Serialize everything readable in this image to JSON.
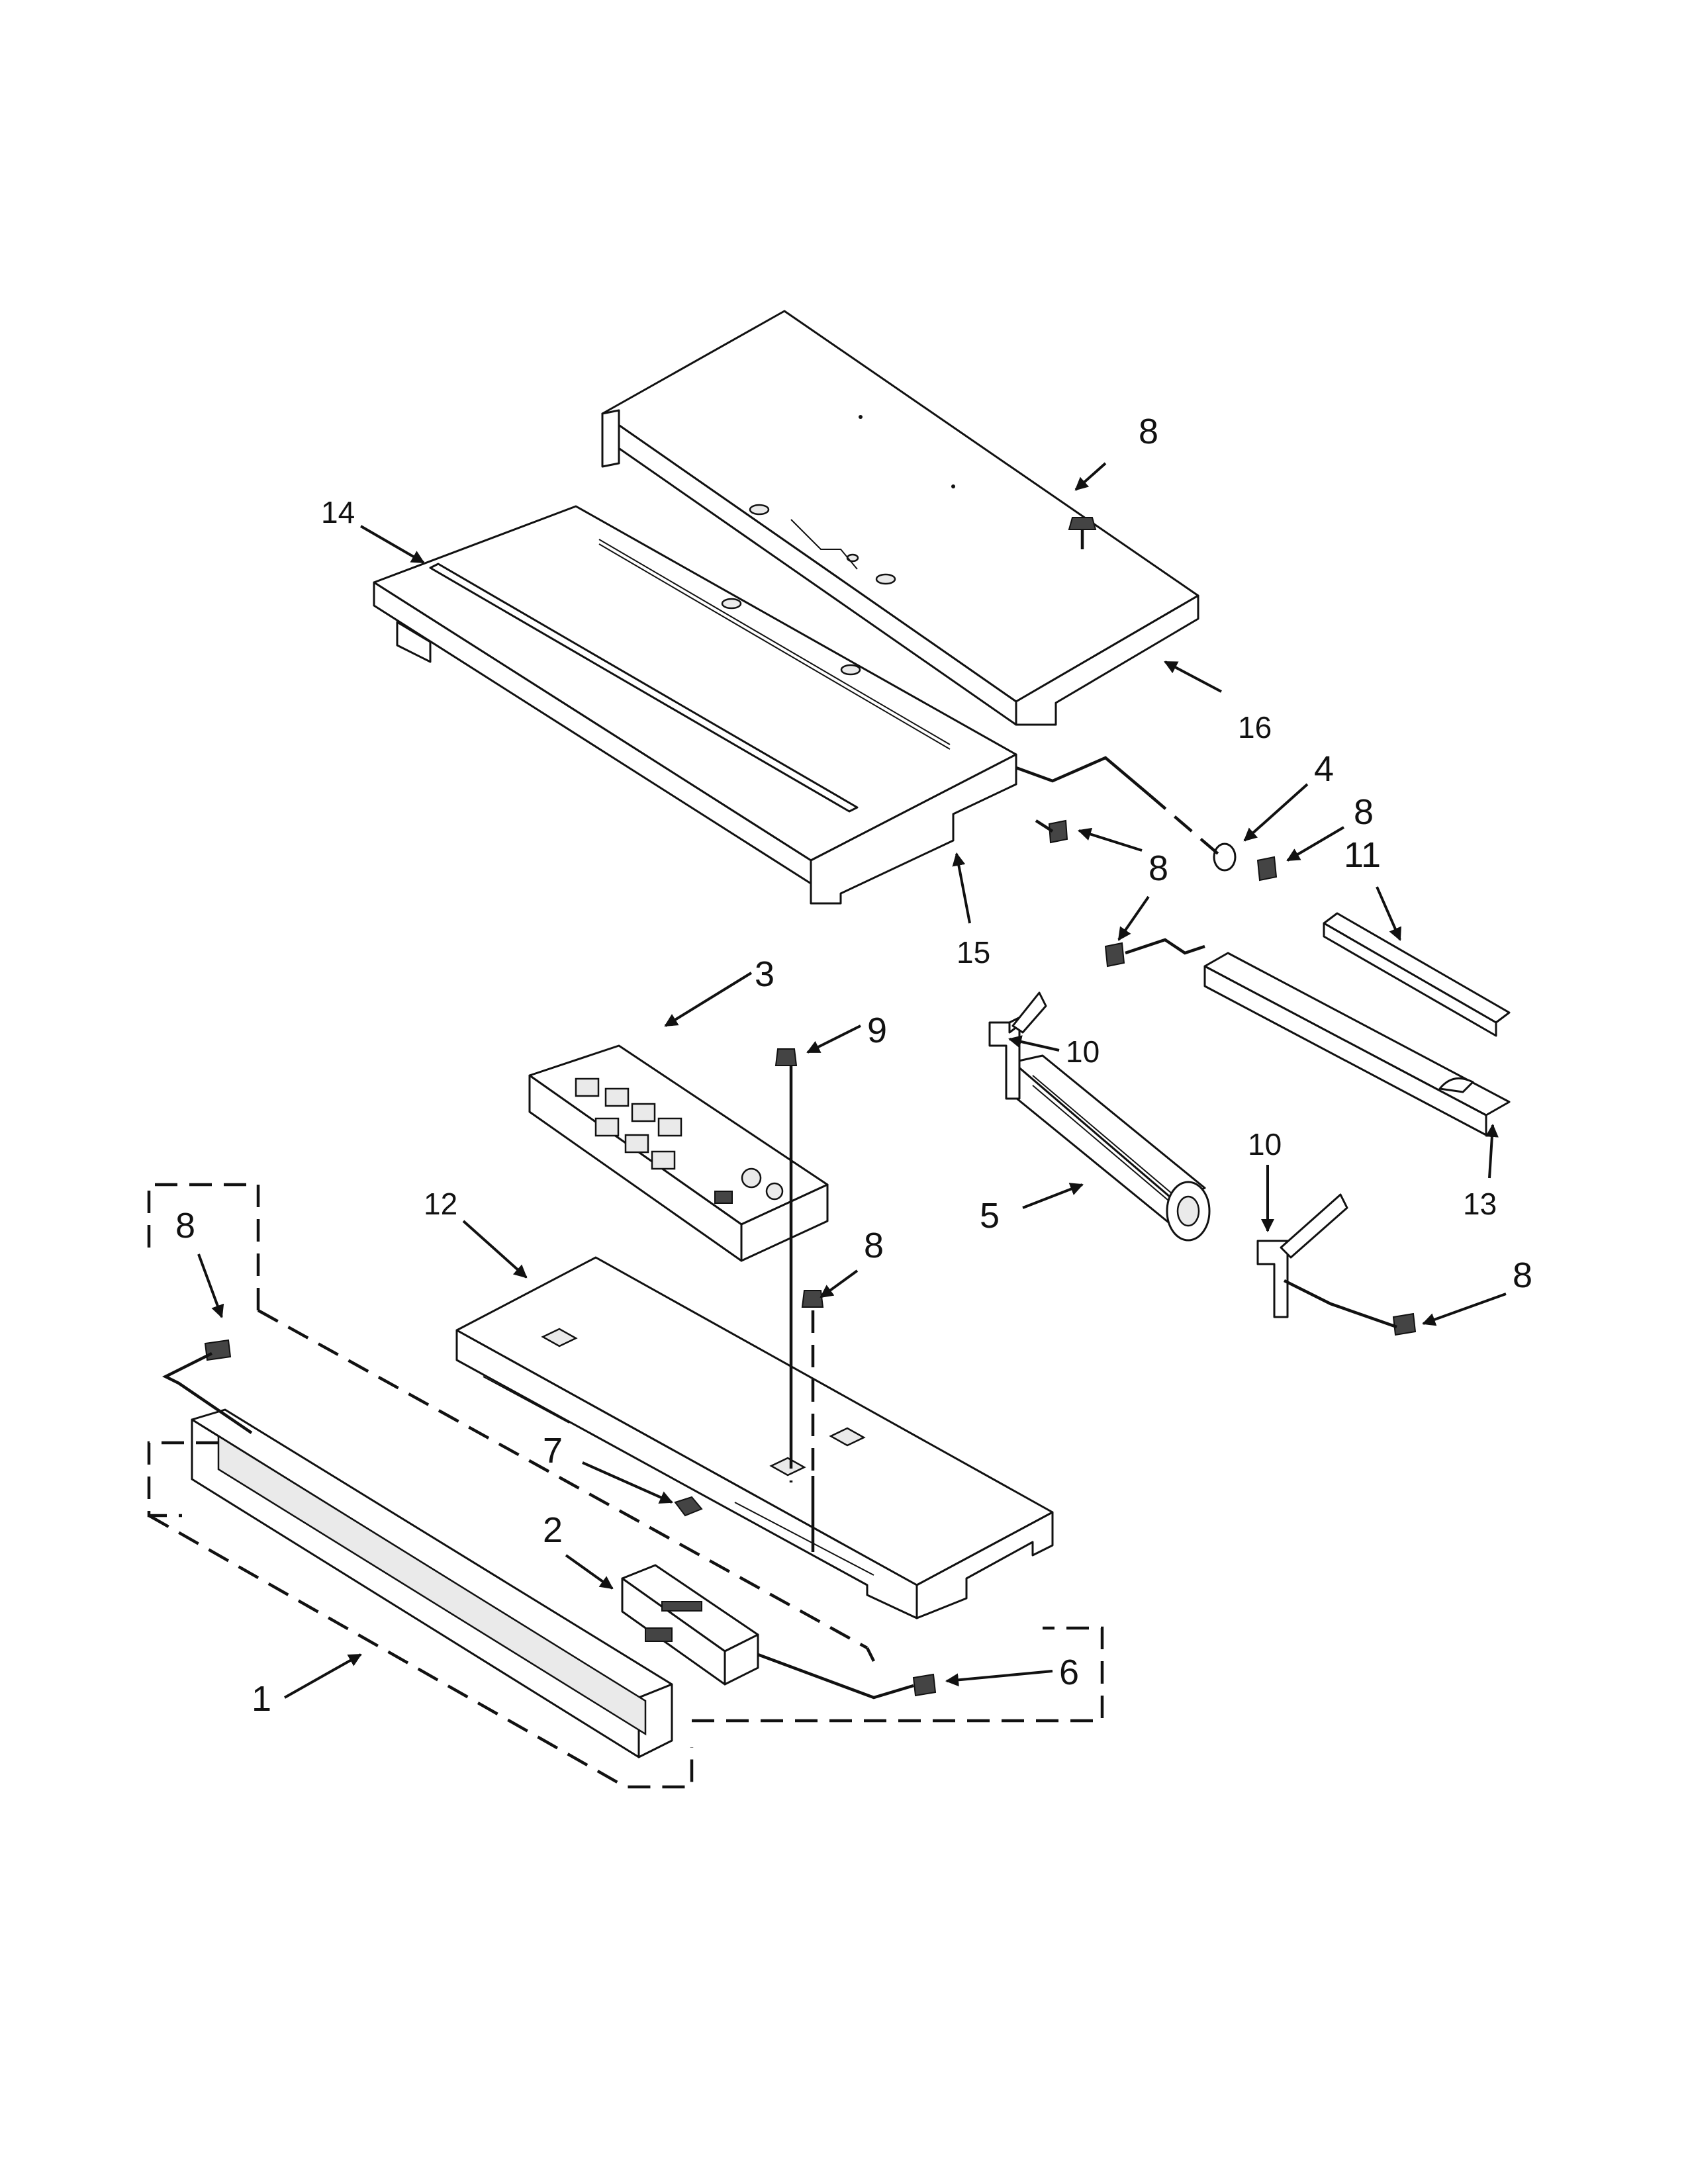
{
  "callouts": {
    "c1": "1",
    "c2": "2",
    "c3": "3",
    "c4": "4",
    "c5": "5",
    "c6": "6",
    "c7": "7",
    "c8a": "8",
    "c8b": "8",
    "c8c": "8",
    "c8d": "8",
    "c8e": "8",
    "c8f": "8",
    "c9": "9",
    "c10a": "10",
    "c10b": "10",
    "c11": "11",
    "c12": "12",
    "c13": "13",
    "c14": "14",
    "c15": "15",
    "c16": "16"
  }
}
